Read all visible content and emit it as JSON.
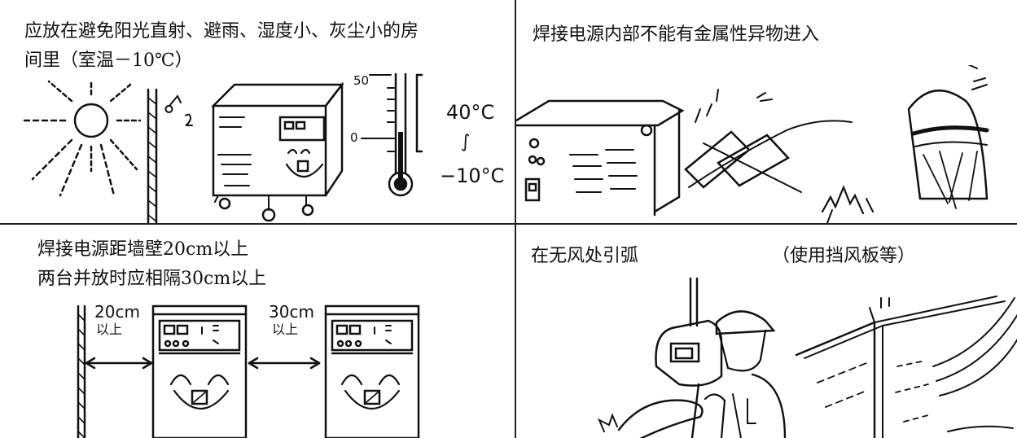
{
  "panels": [
    {
      "caption_line1": "应放在避免阳光直射、避雨、湿度小、灰尘小的房",
      "caption_line2": "间里（室温－10℃）",
      "thermometer": {
        "scale_top": "50",
        "scale_zero": "0",
        "max_label": "40°C",
        "range_mark": "∫",
        "min_label": "−10°C"
      }
    },
    {
      "caption_line1": "焊接电源内部不能有金属性异物进入"
    },
    {
      "caption_line1": "焊接电源距墙壁20cm以上",
      "caption_line2": "两台并放时应相隔30cm以上",
      "gap_wall": "20cm",
      "gap_wall_note": "以上",
      "gap_between": "30cm",
      "gap_between_note": "以上"
    },
    {
      "caption_left": "在无风处引弧",
      "caption_right": "（使用挡风板等）"
    }
  ],
  "colors": {
    "line": "#111111",
    "background": "#ffffff"
  }
}
